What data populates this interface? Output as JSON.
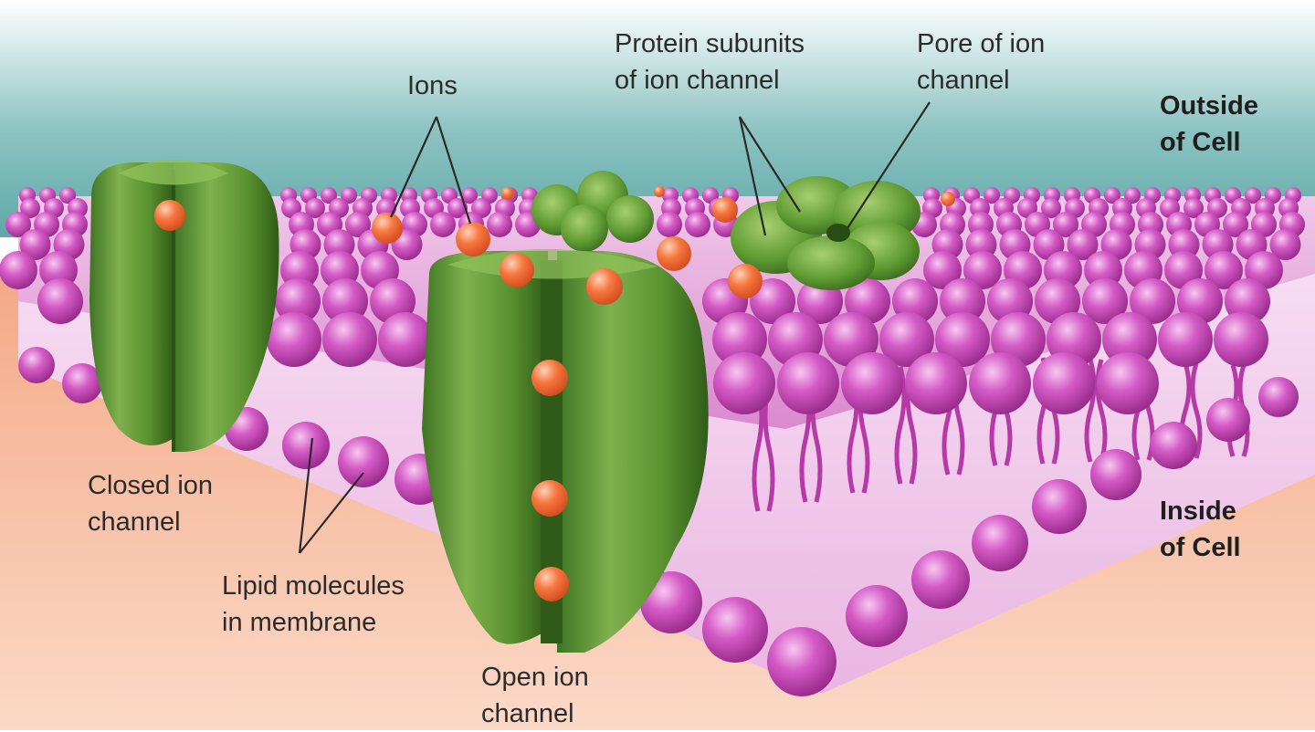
{
  "labels": {
    "ions": "Ions",
    "protein_subunits": [
      "Protein subunits",
      "of ion channel"
    ],
    "pore": [
      "Pore of ion",
      "channel"
    ],
    "outside_cell": [
      "Outside",
      "of Cell"
    ],
    "inside_cell": [
      "Inside",
      "of Cell"
    ],
    "closed_channel": [
      "Closed ion",
      "channel"
    ],
    "lipid_molecules": [
      "Lipid molecules",
      "in membrane"
    ],
    "open_channel": [
      "Open ion",
      "channel"
    ]
  },
  "colors": {
    "outside_fluid": "#5fa9a8",
    "inside_fluid": "#f4a987",
    "lipid_head": "#c447b6",
    "lipid_tail": "#b63aa6",
    "channel_protein": "#4f8a2e",
    "ion": "#f06a3c",
    "leader_line": "#2a2a2a"
  },
  "icons": [
    "ion-icon",
    "lipid-molecule-icon",
    "channel-protein-icon"
  ]
}
